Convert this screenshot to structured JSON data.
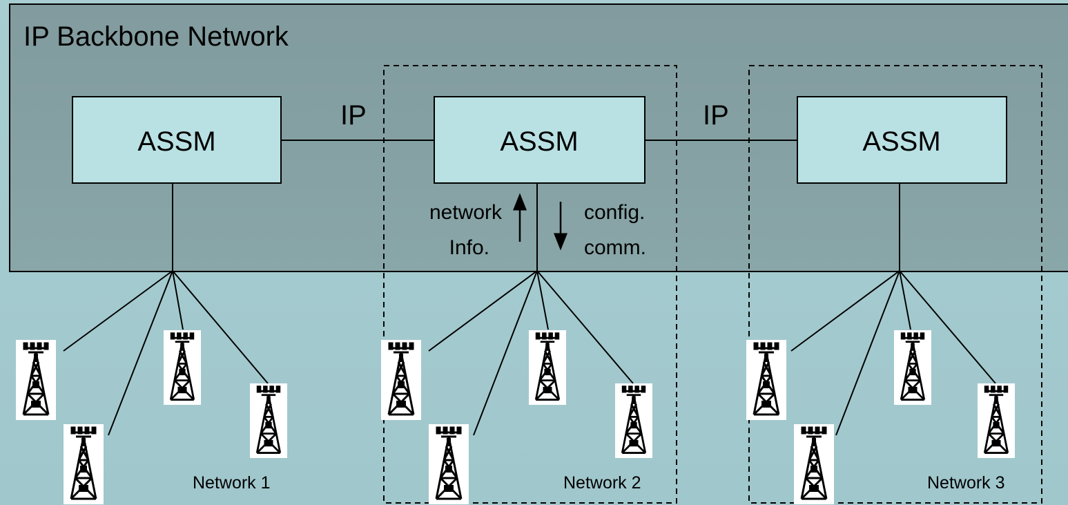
{
  "backbone": {
    "title": "IP Backbone Network"
  },
  "nodes": [
    {
      "label": "ASSM"
    },
    {
      "label": "ASSM"
    },
    {
      "label": "ASSM"
    }
  ],
  "links": [
    {
      "label": "IP"
    },
    {
      "label": "IP"
    }
  ],
  "flows": {
    "up": "network\nInfo.",
    "down": "config.\ncomm."
  },
  "networks": [
    {
      "label": "Network 1"
    },
    {
      "label": "Network 2"
    },
    {
      "label": "Network 3"
    }
  ],
  "colors": {
    "backbone_fill": "#86a0a2",
    "background_top": "#a9cdd2",
    "background_bottom": "#9fc6cb",
    "node_fill": "#b9e1e3",
    "line": "#000000"
  },
  "icons": {
    "tower": "radio-tower-icon"
  }
}
